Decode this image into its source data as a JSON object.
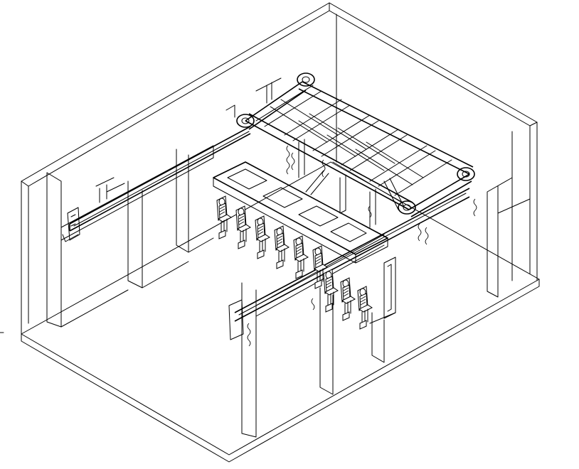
{
  "drawing": {
    "subject": "",
    "style": "isometric line drawing",
    "line_color": "#000000",
    "background_color": "#ffffff"
  },
  "seats": {
    "rear_row_count": 6,
    "front_row_count": 3
  }
}
